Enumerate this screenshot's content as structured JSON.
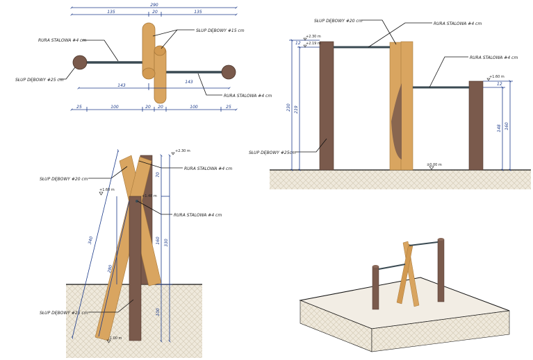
{
  "labels": {
    "steel_pipe": "RURA STALOWA #4 cm",
    "oak_post_25": "SŁUP DĘBOWY #25 cm",
    "oak_post_15": "SŁUP DĘBOWY #15 cm",
    "oak_post_20": "SŁUP DĘBOWY #20 cm",
    "oak_post_25_nospace": "SŁUP DĘBOWY #25cm"
  },
  "plan_dims": {
    "total": "290",
    "top_left": "135",
    "top_mid": "20",
    "top_right": "135",
    "mid_left": "143",
    "mid_right": "143",
    "bot": [
      "25",
      "100",
      "20",
      "20",
      "100",
      "25"
    ]
  },
  "front_dims": {
    "h_total": "230",
    "h_inner": "219",
    "h_right_outer": "160",
    "h_right_inner": "148",
    "small_top": "12",
    "small_right": "12",
    "elev_top": "+2.30 m",
    "elev_top2": "+2.19 m",
    "elev_right": "+1.60 m",
    "elev_ground": "±0.00 m"
  },
  "side_dims": {
    "diag": "340",
    "inner_diag": "280",
    "h_330": "330",
    "h_160": "160",
    "h_100": "100",
    "h_70": "70",
    "elev_230": "+2.30 m",
    "elev_160": "+1.60 m",
    "elev_148": "+1.48 m",
    "elev_bottom": "-1.00 m"
  },
  "colors": {
    "dark_post": "#7a5a4c",
    "light_post": "#d9a560",
    "light_post_shade": "#b9853f",
    "steel": "#3a4a52",
    "ground": "#ede6d8",
    "ground_hatch": "#d3cab8",
    "dim": "#1b3a8a"
  }
}
